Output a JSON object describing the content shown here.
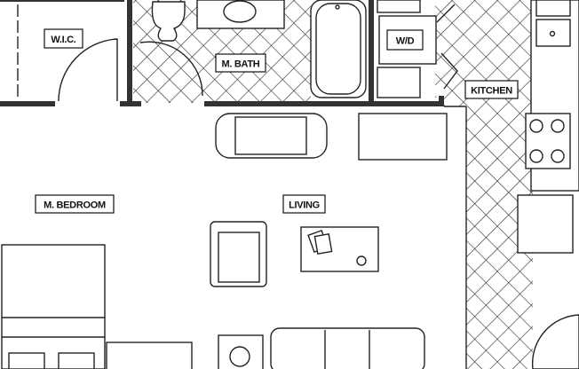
{
  "floor_plan": {
    "rooms": {
      "wic": "W.I.C.",
      "master_bath": "M. BATH",
      "washer_dryer": "W/D",
      "kitchen": "KITCHEN",
      "master_bedroom": "M. BEDROOM",
      "living": "LIVING"
    }
  }
}
